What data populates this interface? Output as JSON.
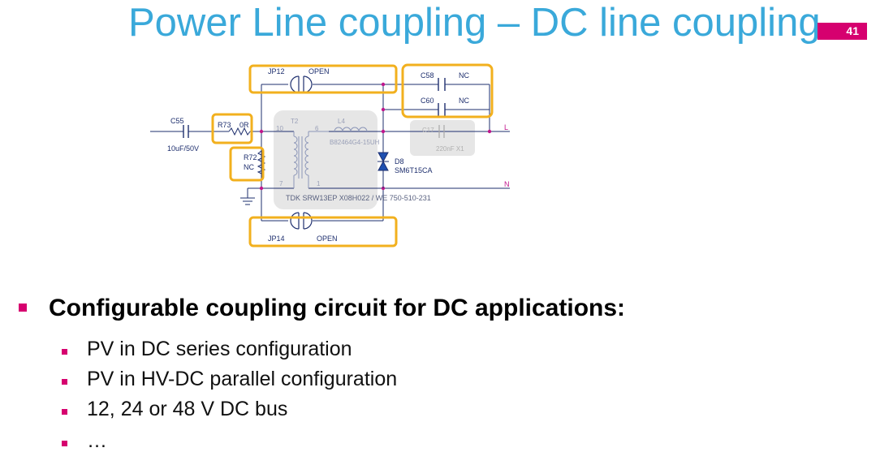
{
  "slide": {
    "title": "Power Line coupling – DC line coupling",
    "page_number": "41",
    "accent_color": "#D6006F",
    "title_color": "#3AA9DA",
    "highlight_color": "#F2B01E"
  },
  "schematic": {
    "jp12_label": "JP12",
    "jp12_state": "OPEN",
    "jp14_label": "JP14",
    "jp14_state": "OPEN",
    "c58_label": "C58",
    "c58_value": "NC",
    "c60_label": "C60",
    "c60_value": "NC",
    "c55_label": "C55",
    "c55_value": "10uF/50V",
    "r73_label": "R73",
    "r73_value": "0R",
    "r72_label": "R72",
    "r72_value": "NC",
    "t2_label": "T2",
    "l4_label": "L4",
    "l4_part": "B82464G4-15UH",
    "c17_label": "C17",
    "c17_value": "220nF X1",
    "d8_label": "D8",
    "d8_part": "SM6T15CA",
    "transformer_part": "TDK SRW13EP X08H022 / WE 750-510-231",
    "pin_10": "10",
    "pin_6": "6",
    "pin_7": "7",
    "pin_1": "1",
    "line_l": "L",
    "line_n": "N"
  },
  "content": {
    "main_bullet": "Configurable coupling circuit for DC applications:",
    "sub_bullets": [
      "PV in DC series configuration",
      "PV in HV-DC parallel configuration",
      "12, 24 or 48 V DC bus",
      "…"
    ]
  }
}
